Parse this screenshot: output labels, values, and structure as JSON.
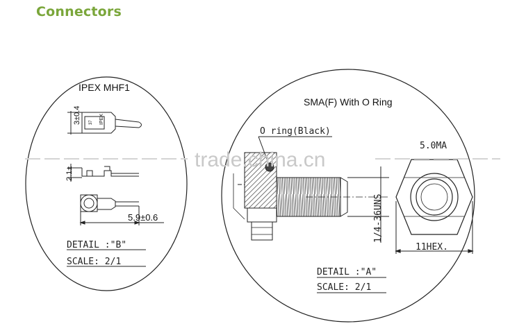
{
  "header": {
    "title": "Connectors"
  },
  "colors": {
    "title": "#7aa63a",
    "line": "#222222",
    "watermark": "#c9c9c9",
    "hatch": "#555555"
  },
  "watermark": "trade.china.cn",
  "detail_b": {
    "title": "IPEX MHF1",
    "dim_height": "3±0.4",
    "dim_height2": "2.1±",
    "dim_width": "5.9±0.6",
    "part_mark_1": "37",
    "part_mark_2": "IPEX",
    "detail_label": "DETAIL :\"B\"",
    "scale_label": "SCALE: 2/1"
  },
  "detail_a": {
    "title": "SMA(F) With O Ring",
    "o_ring_label": "O ring(Black)",
    "thread_label": "1/4-36UNS",
    "hex_label": "11HEX.",
    "top_dim": "5.0MA",
    "detail_label": "DETAIL :\"A\"",
    "scale_label": "SCALE: 2/1"
  }
}
